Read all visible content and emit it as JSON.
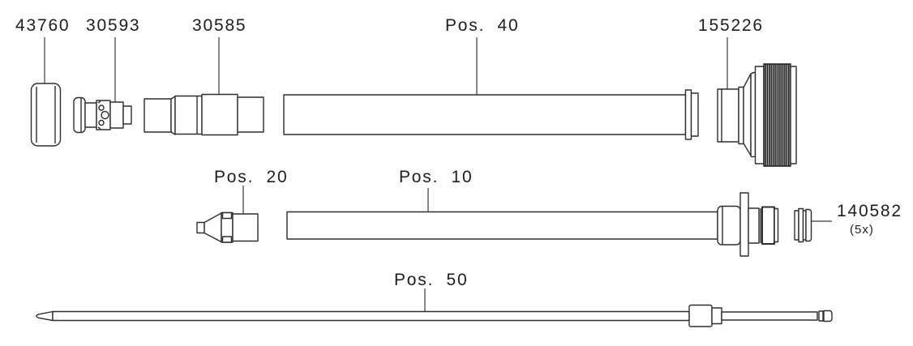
{
  "figure": {
    "type": "exploded-parts-diagram",
    "background": "#ffffff",
    "colors": {
      "line": "#2e2e2e",
      "leader_line": "#3a3a3a",
      "knurl_dark": "#181818",
      "knurl_light": "#ececec",
      "text": "#1d1d1d"
    },
    "parts": [
      {
        "label": "43760",
        "row": 1,
        "name": "end-cap"
      },
      {
        "label": "30593",
        "row": 1,
        "name": "valve-insert"
      },
      {
        "label": "30585",
        "row": 1,
        "name": "connector-body"
      },
      {
        "label": "Pos.  40",
        "row": 1,
        "name": "outer-tube"
      },
      {
        "label": "155226",
        "row": 1,
        "name": "knurled-handwheel"
      },
      {
        "label": "Pos.  20",
        "row": 2,
        "name": "nozzle-tip"
      },
      {
        "label": "Pos.  10",
        "row": 2,
        "name": "inner-tube"
      },
      {
        "label": "140582",
        "row": 2,
        "name": "sealing-cap",
        "qty": "(5x)"
      },
      {
        "label": "Pos.  50",
        "row": 3,
        "name": "stylet-rod"
      }
    ]
  }
}
